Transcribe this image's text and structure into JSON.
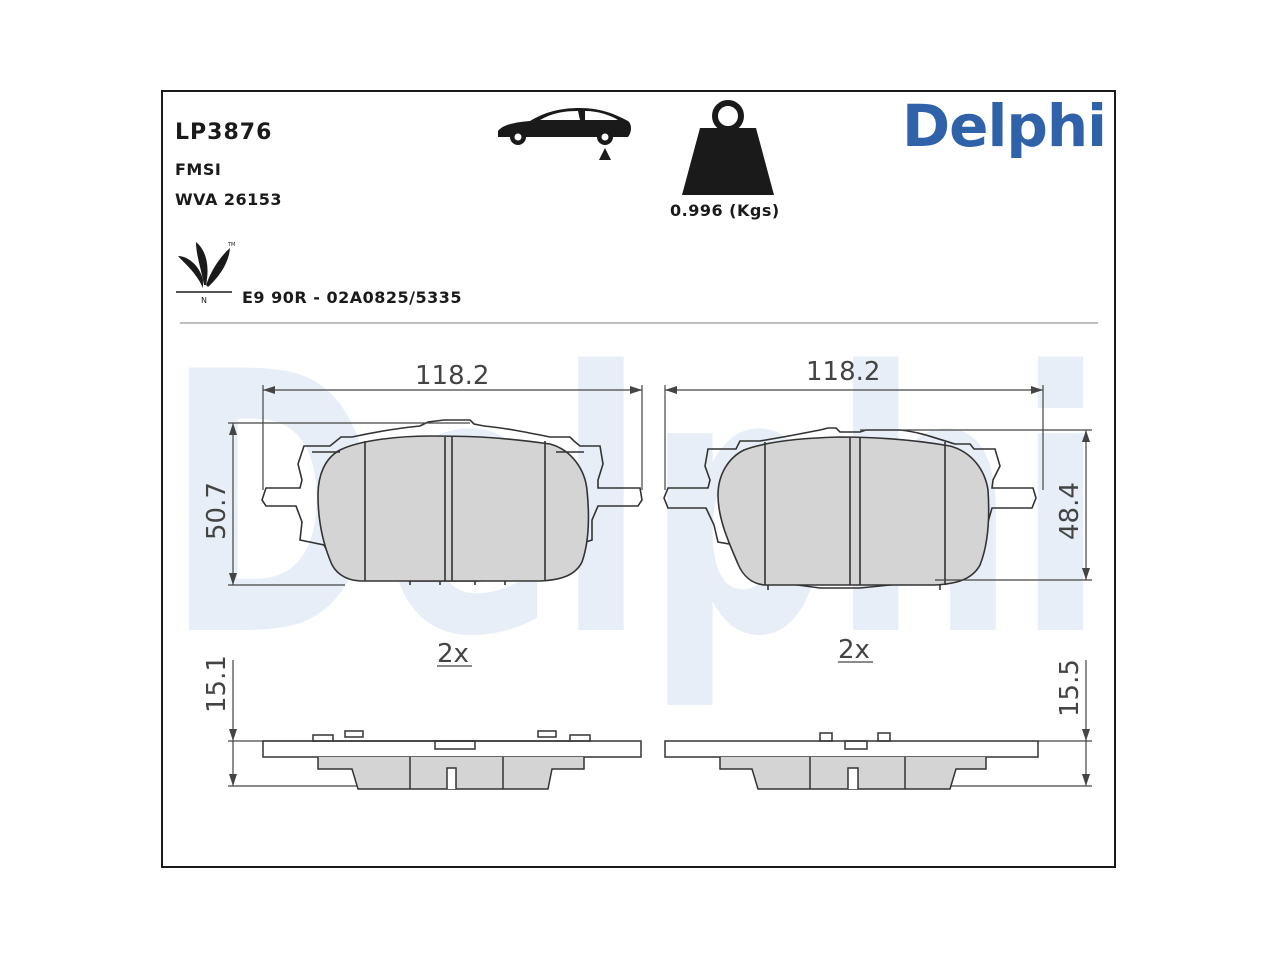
{
  "product": {
    "part_number": "LP3876",
    "fmsi_label": "FMSI",
    "wva_label": "WVA 26153",
    "approval": "E9 90R - 02A0825/5335",
    "weight": "0.996 (Kgs)",
    "brand": "Delphi",
    "watermark": "Delphi"
  },
  "icons": {
    "car": "car-rear-axle-icon",
    "weight": "weight-icon",
    "eco": "eco-leaf-icon",
    "eco_mark": "N"
  },
  "dimensions": {
    "left_width": "118.2",
    "right_width": "118.2",
    "left_height": "50.7",
    "right_height": "48.4",
    "left_thickness": "15.1",
    "right_thickness": "15.5",
    "left_qty": "2x",
    "right_qty": "2x"
  },
  "colors": {
    "brand": "#2f62a8",
    "watermark": "#e8eef7",
    "friction": "#d4d4d4",
    "line": "#333333"
  }
}
